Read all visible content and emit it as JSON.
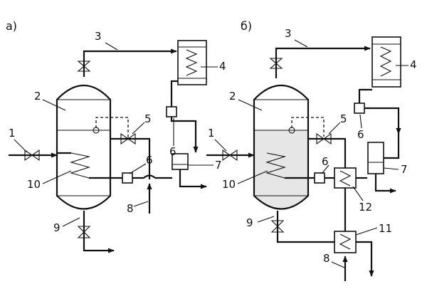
{
  "panels": [
    {
      "key": "a",
      "label": "а)",
      "numbers": {
        "n1": "1",
        "n2": "2",
        "n3": "3",
        "n4": "4",
        "n5": "5",
        "n6a": "6",
        "n6b": "6",
        "n7": "7",
        "n8": "8",
        "n9": "9",
        "n10": "10"
      }
    },
    {
      "key": "b",
      "label": "б)",
      "numbers": {
        "n1": "1",
        "n2": "2",
        "n3": "3",
        "n4": "4",
        "n5": "5",
        "n6a": "6",
        "n6b": "6",
        "n7": "7",
        "n8": "8",
        "n9": "9",
        "n10": "10",
        "n11": "11",
        "n12": "12"
      }
    }
  ]
}
